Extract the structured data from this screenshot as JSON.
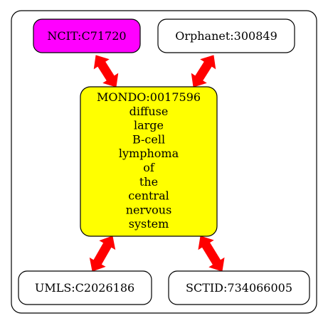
{
  "graph": {
    "center": {
      "id": "MONDO:0017596",
      "label_lines": [
        "MONDO:0017596",
        "diffuse",
        "large",
        "B-cell",
        "lymphoma",
        "of",
        "the",
        "central",
        "nervous",
        "system"
      ],
      "fill": "#ffff00"
    },
    "nodes": [
      {
        "key": "ncit",
        "label": "NCIT:C71720",
        "fill": "#ff00ff"
      },
      {
        "key": "orphanet",
        "label": "Orphanet:300849",
        "fill": "#ffffff"
      },
      {
        "key": "umls",
        "label": "UMLS:C2026186",
        "fill": "#ffffff"
      },
      {
        "key": "sctid",
        "label": "SCTID:734066005",
        "fill": "#ffffff"
      }
    ],
    "edge_color": "#ff0000"
  }
}
